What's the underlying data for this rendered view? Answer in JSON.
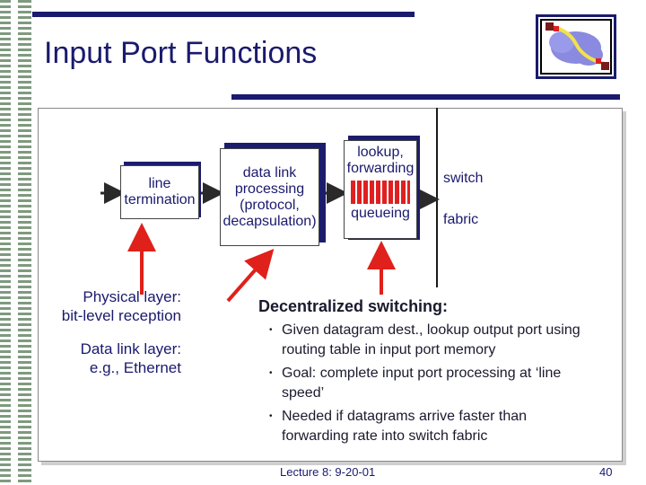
{
  "slide": {
    "title": "Input Port Functions",
    "footer_left": "Lecture 8: 9-20-01",
    "page_number": "40"
  },
  "diagram": {
    "line_termination": {
      "line1": "line",
      "line2": "termination"
    },
    "data_link": {
      "line1": "data link",
      "line2": "processing",
      "line3": "(protocol,",
      "line4": "decapsulation)"
    },
    "lookup": {
      "line1": "lookup,",
      "line2": "forwarding"
    },
    "queueing": "queueing",
    "switch_label": "switch",
    "fabric_label": "fabric"
  },
  "left_notes": {
    "physical_1": "Physical layer:",
    "physical_2": "bit-level reception",
    "datalink_1": "Data link layer:",
    "datalink_2": "e.g., Ethernet"
  },
  "right_text": {
    "heading": "Decentralized switching:",
    "bullets": [
      {
        "l1": "Given datagram dest., lookup output port using",
        "l2": "routing table in input port memory"
      },
      {
        "l1": "Goal: complete input port processing at ‘line",
        "l2": "speed’"
      },
      {
        "l1": "Needed if datagrams arrive faster than",
        "l2": "forwarding rate into switch fabric"
      }
    ]
  },
  "colors": {
    "accent": "#1a1a6e",
    "arrow": "#e0201a",
    "queue": "#e02020",
    "stripes": "#7f9a7f"
  },
  "icons": {
    "bullet": "•"
  }
}
